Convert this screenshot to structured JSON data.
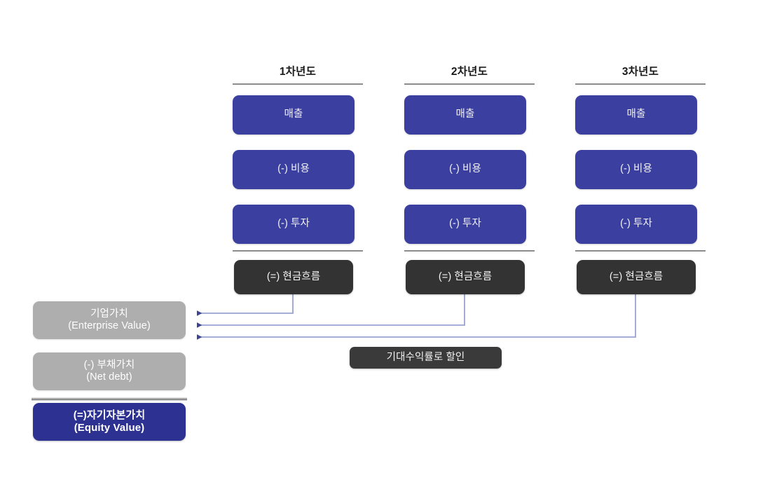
{
  "diagram": {
    "title_note": "DCF valuation flow diagram",
    "columns": [
      {
        "header": "1차년도",
        "items": [
          {
            "label": "매출",
            "kind": "revenue"
          },
          {
            "label": "(-) 비용",
            "kind": "cost"
          },
          {
            "label": "(-) 투자",
            "kind": "investment"
          }
        ],
        "result": {
          "label": "(=) 현금흐름",
          "kind": "cashflow"
        }
      },
      {
        "header": "2차년도",
        "items": [
          {
            "label": "매출",
            "kind": "revenue"
          },
          {
            "label": "(-) 비용",
            "kind": "cost"
          },
          {
            "label": "(-) 투자",
            "kind": "investment"
          }
        ],
        "result": {
          "label": "(=) 현금흐름",
          "kind": "cashflow"
        }
      },
      {
        "header": "3차년도",
        "items": [
          {
            "label": "매출",
            "kind": "revenue"
          },
          {
            "label": "(-) 비용",
            "kind": "cost"
          },
          {
            "label": "(-) 투자",
            "kind": "investment"
          }
        ],
        "result": {
          "label": "(=) 현금흐름",
          "kind": "cashflow"
        }
      }
    ],
    "summary": {
      "enterprise_value": "기업가치\n(Enterprise Value)",
      "net_debt": "(-) 부채가치\n(Net debt)",
      "equity_value": "(=)자기자본가치\n(Equity Value)"
    },
    "discount_label": "기대수익률로 할인",
    "colors": {
      "blue": "#3b40a0",
      "dark": "#333333",
      "gray": "#aeaeae",
      "equity_blue": "#2c3192",
      "connector": "#8b94c9",
      "rule": "#8c8c8c",
      "background": "#ffffff"
    }
  }
}
